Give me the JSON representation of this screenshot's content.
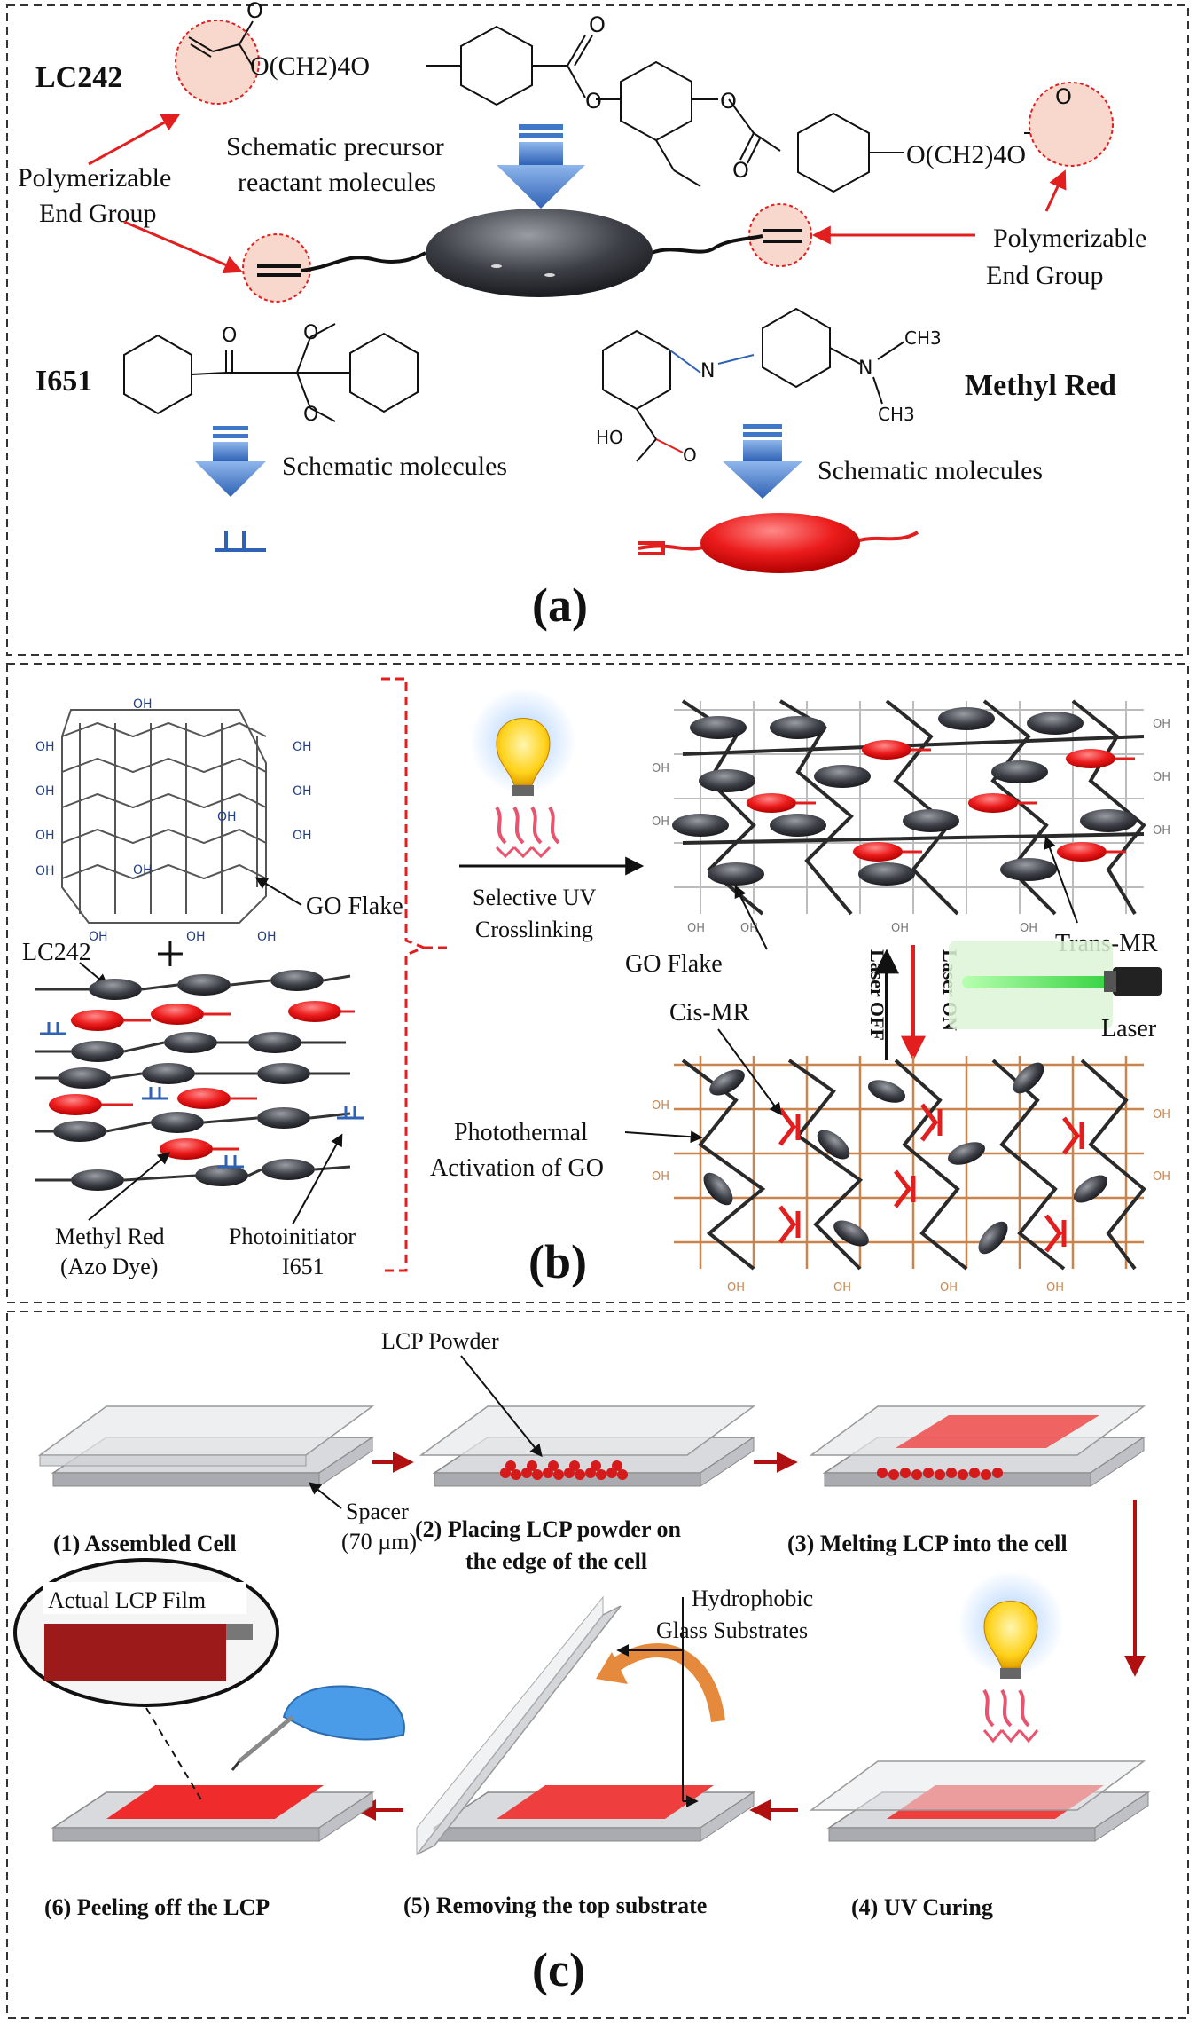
{
  "panel_a": {
    "label": "(a)",
    "lc242_name": "LC242",
    "lc242_chain_left": "O(CH2)4O",
    "lc242_chain_right": "O(CH2)4O",
    "endgroup_left_line1": "Polymerizable",
    "endgroup_left_line2": "End Group",
    "endgroup_right_line1": "Polymerizable",
    "endgroup_right_line2": "End Group",
    "schematic_line1": "Schematic precursor",
    "schematic_line2": "reactant molecules",
    "i651_name": "I651",
    "methylred_name": "Methyl Red",
    "schematic_molecules_1": "Schematic molecules",
    "schematic_molecules_2": "Schematic molecules",
    "ch3_top": "CH3",
    "ch3_bottom": "CH3",
    "n_label": "N",
    "ho_label": "HO",
    "o_label": "O"
  },
  "panel_b": {
    "label": "(b)",
    "oh": "OH",
    "go_flake_1": "GO Flake",
    "lc242": "LC242",
    "plus": "+",
    "methyl_red_line1": "Methyl Red",
    "methyl_red_line2": "(Azo Dye)",
    "photoinitiator_line1": "Photoinitiator",
    "photoinitiator_line2": "I651",
    "selective_line1": "Selective UV",
    "selective_line2": "Crosslinking",
    "go_flake_2": "GO Flake",
    "trans_mr": "Trans-MR",
    "cis_mr": "Cis-MR",
    "laser_off": "Laser OFF",
    "laser_on": "Laser ON",
    "laser": "Laser",
    "photothermal_line1": "Photothermal",
    "photothermal_line2": "Activation of GO"
  },
  "panel_c": {
    "label": "(c)",
    "lcp_powder": "LCP Powder",
    "spacer_line1": "Spacer",
    "spacer_line2": "(70 µm)",
    "step1": "(1) Assembled Cell",
    "step2_line1": "(2) Placing LCP powder on",
    "step2_line2": "the edge of the cell",
    "step3": "(3) Melting LCP into the cell",
    "step4": "(4) UV Curing",
    "step5": "(5) Removing the top substrate",
    "step6": "(6) Peeling off the LCP",
    "hydrophobic_line1": "Hydrophobic",
    "hydrophobic_line2": "Glass Substrates",
    "actual_film": "Actual LCP Film"
  },
  "colors": {
    "accent_red": "#e31e1e",
    "arrow_blue": "#3f78c8",
    "go_orange": "#c8844c",
    "go_blue": "#1f3f8c",
    "dash_border": "#333333"
  }
}
